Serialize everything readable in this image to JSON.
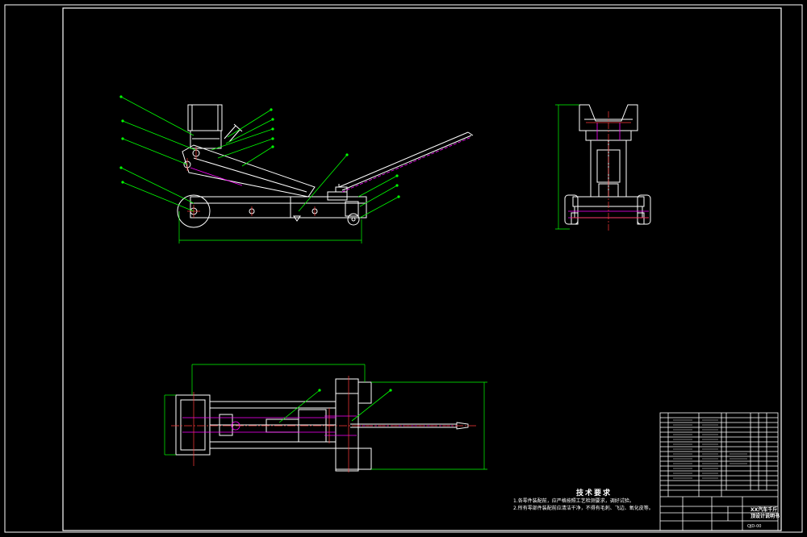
{
  "tech_requirements": {
    "title": "技术要求",
    "lines": [
      "1.各零件装配前，应严格按照工艺检测要求，调好试验。",
      "2.所有零部件装配前应清洁干净，不得有毛刺、飞边、氧化皮等。"
    ]
  },
  "title_block": {
    "drawing_title_lines": [
      "XX汽车千斤",
      "顶设计说明书"
    ],
    "drawing_number": "QJD-00"
  },
  "colors": {
    "background": "#000000",
    "border": "#ffffff",
    "part_outline": "#ffffff",
    "leader": "#00ff00",
    "dimension": "#00ff00",
    "hidden": "#ff00ff",
    "center": "#ff3b3b"
  }
}
